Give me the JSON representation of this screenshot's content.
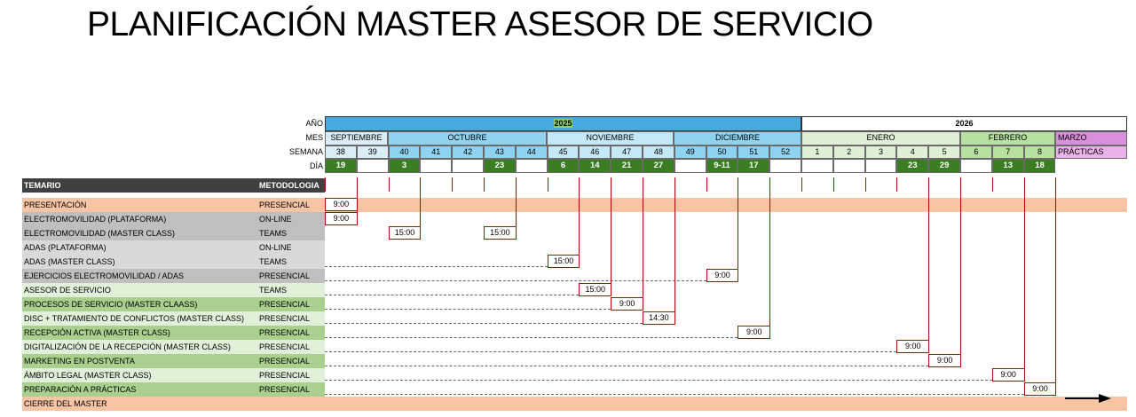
{
  "title": "PLANIFICACIÓN MASTER ASESOR DE SERVICIO",
  "row_labels": {
    "year": "AÑO",
    "month": "MES",
    "week": "SEMANA",
    "day": "DÍA"
  },
  "years": [
    {
      "label": "2025",
      "color": "#48a9df"
    },
    {
      "label": "2026",
      "color": "#8ad06b"
    }
  ],
  "months": [
    {
      "label": "SEPTIEMBRE",
      "color": "#dbeef7"
    },
    {
      "label": "OCTUBRE",
      "color": "#8fd3f0"
    },
    {
      "label": "NOVIEMBRE",
      "color": "#c5e8f7"
    },
    {
      "label": "DICIEMBRE",
      "color": "#8fd3f0"
    },
    {
      "label": "ENERO",
      "color": "#dff0d6"
    },
    {
      "label": "FEBRERO",
      "color": "#b7e0a1"
    },
    {
      "label": "MARZO",
      "color": "#d98fd9"
    }
  ],
  "weeks": [
    "38",
    "39",
    "40",
    "41",
    "42",
    "43",
    "44",
    "45",
    "46",
    "47",
    "48",
    "49",
    "50",
    "51",
    "52",
    "1",
    "2",
    "3",
    "4",
    "5",
    "6",
    "7",
    "8"
  ],
  "practicas_label": "PRÁCTICAS",
  "days": [
    "19",
    "",
    "3",
    "",
    "",
    "23",
    "",
    "6",
    "14",
    "21",
    "27",
    "",
    "9-11",
    "17",
    "",
    "",
    "",
    "",
    "23",
    "29",
    "",
    "13",
    "18"
  ],
  "header": {
    "temario": "TEMARIO",
    "metodologia": "METODOLOGIA"
  },
  "topics": [
    {
      "name": "PRESENTACIÓN",
      "method": "PRESENCIAL",
      "color": "#f7c4a6",
      "time": "9:00"
    },
    {
      "name": "ELECTROMOVILIDAD (PLATAFORMA)",
      "method": "ON-LINE",
      "color": "#bfbfbf",
      "time": "9:00"
    },
    {
      "name": "ELECTROMOVILIDAD (MASTER CLASS)",
      "method": "TEAMS",
      "color": "#bfbfbf",
      "time": "15:00",
      "time2": "15:00"
    },
    {
      "name": "ADAS (PLATAFORMA)",
      "method": "ON-LINE",
      "color": "#d9d9d9",
      "time": ""
    },
    {
      "name": "ADAS (MASTER CLASS)",
      "method": "TEAMS",
      "color": "#d9d9d9",
      "time": "15:00"
    },
    {
      "name": "EJERCICIOS ELECTROMOVILIDAD / ADAS",
      "method": "PRESENCIAL",
      "color": "#bfbfbf",
      "time": "9:00"
    },
    {
      "name": "ASESOR DE SERVICIO",
      "method": "TEAMS",
      "color": "#e2f0d9",
      "time": "15:00"
    },
    {
      "name": "PROCESOS DE SERVICIO (MASTER CLAASS)",
      "method": "PRESENCIAL",
      "color": "#a9d08e",
      "time": "9:00"
    },
    {
      "name": "DISC + TRATAMIENTO DE CONFLICTOS (MASTER CLASS)",
      "method": "PRESENCIAL",
      "color": "#e2f0d9",
      "time": "14:30"
    },
    {
      "name": "RECEPCIÓN ACTIVA (MASTER CLASS)",
      "method": "PRESENCIAL",
      "color": "#a9d08e",
      "time": "9:00"
    },
    {
      "name": "DIGITALIZACIÓN DE LA RECEPCIÓN (MASTER CLASS)",
      "method": "PRESENCIAL",
      "color": "#e2f0d9",
      "time": "9:00"
    },
    {
      "name": "MARKETING EN POSTVENTA",
      "method": "PRESENCIAL",
      "color": "#a9d08e",
      "time": "9:00"
    },
    {
      "name": "ÁMBITO LEGAL (MASTER CLASS)",
      "method": "PRESENCIAL",
      "color": "#e2f0d9",
      "time": "9:00"
    },
    {
      "name": "PREPARACIÓN A PRÁCTICAS",
      "method": "PRESENCIAL",
      "color": "#a9d08e",
      "time": "9:00"
    },
    {
      "name": "CIERRE DEL MASTER",
      "method": "",
      "color": "#f7c4a6",
      "time": ""
    }
  ]
}
